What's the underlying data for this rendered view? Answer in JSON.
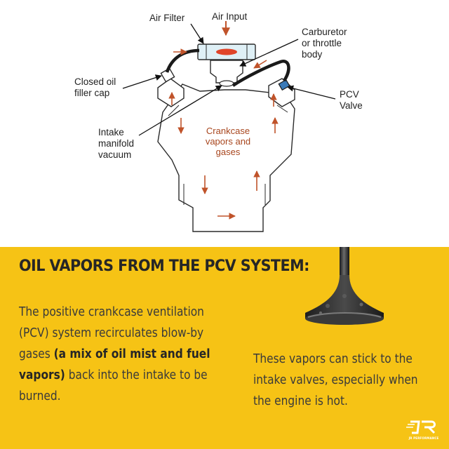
{
  "diagram": {
    "labels": {
      "air_filter": "Air Filter",
      "air_input": "Air Input",
      "carburetor": "Carburetor\nor throttle\nbody",
      "closed_oil_filler_cap": "Closed oil\nfiller cap",
      "pcv_valve": "PCV\nValve",
      "intake_manifold_vacuum": "Intake\nmanifold\nvacuum",
      "crankcase_vapors": "Crankcase\nvapors and\ngases"
    }
  },
  "info": {
    "heading": "OIL VAPORS FROM THE PCV SYSTEM:",
    "para1_part1": "The positive crankcase ventilation (PCV) system recirculates blow-by gases ",
    "para1_bold": "(a mix of oil mist and fuel vapors)",
    "para1_part2": " back into the intake to be burned.",
    "para2": "These vapors can stick to the intake valves, especially when the engine is hot."
  },
  "logo": {
    "text": "JR PERFORMANCE"
  },
  "colors": {
    "panel_background": "#f6c315",
    "flow_arrow": "#c0532a",
    "heading_text": "#262626"
  }
}
